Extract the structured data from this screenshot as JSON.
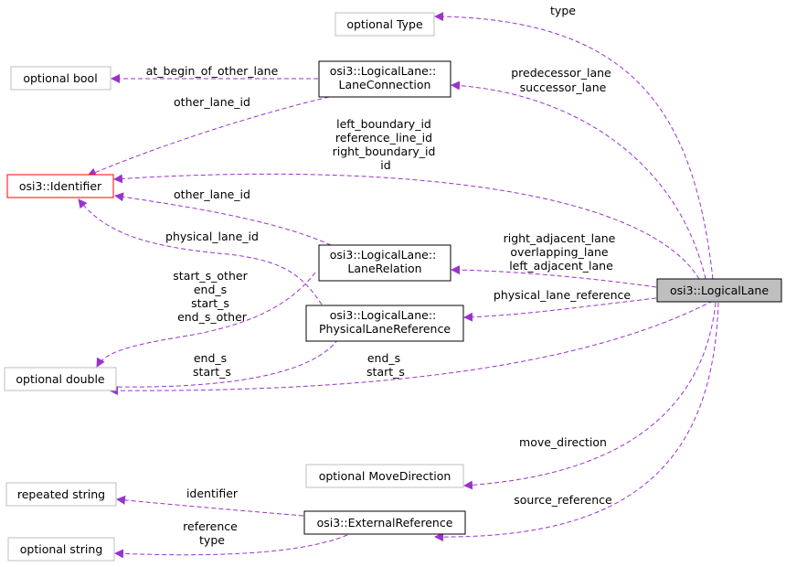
{
  "nodes": {
    "optional_type": "optional Type",
    "optional_bool": "optional bool",
    "lane_connection": [
      "osi3::LogicalLane::",
      "LaneConnection"
    ],
    "identifier": "osi3::Identifier",
    "lane_relation": [
      "osi3::LogicalLane::",
      "LaneRelation"
    ],
    "physical_lane_reference": [
      "osi3::LogicalLane::",
      "PhysicalLaneReference"
    ],
    "optional_double": "optional double",
    "logical_lane": "osi3::LogicalLane",
    "optional_move_direction": "optional MoveDirection",
    "repeated_string": "repeated string",
    "external_reference": "osi3::ExternalReference",
    "optional_string": "optional string"
  },
  "edge_labels": {
    "type": [
      "type"
    ],
    "at_begin": [
      "at_begin_of_other_lane"
    ],
    "pred_succ": [
      "predecessor_lane",
      "successor_lane"
    ],
    "lc_other_lane": [
      "other_lane_id"
    ],
    "boundaries": [
      "left_boundary_id",
      "reference_line_id",
      "right_boundary_id",
      "id"
    ],
    "lr_other_lane": [
      "other_lane_id"
    ],
    "physical_lane_id": [
      "physical_lane_id"
    ],
    "adjacent": [
      "right_adjacent_lane",
      "overlapping_lane",
      "left_adjacent_lane"
    ],
    "phys_ref": [
      "physical_lane_reference"
    ],
    "plr_doubles": [
      "start_s_other",
      "end_s",
      "start_s",
      "end_s_other"
    ],
    "lr_doubles": [
      "end_s",
      "start_s"
    ],
    "ll_doubles": [
      "end_s",
      "start_s"
    ],
    "move_direction": [
      "move_direction"
    ],
    "source_reference": [
      "source_reference"
    ],
    "identifier": [
      "identifier"
    ],
    "ref_type": [
      "reference",
      "type"
    ]
  },
  "colors": {
    "edge": "#9a32cd",
    "selected_fill": "#bfbfbf",
    "external_border": "#bfbfbf",
    "identifier_border": "#ff0000"
  }
}
